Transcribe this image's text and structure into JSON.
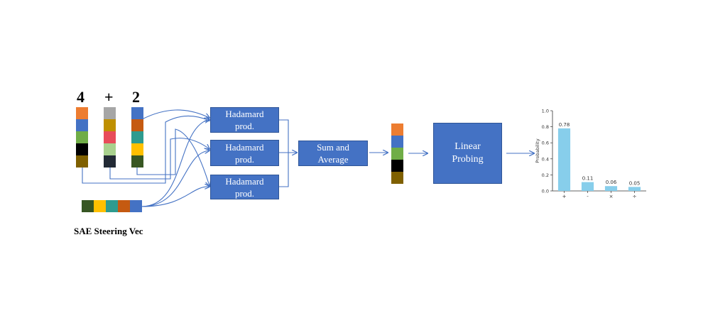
{
  "tokens": [
    "4",
    "+",
    "2"
  ],
  "colors": {
    "block": "#4472c4",
    "block_border": "#2f5597",
    "arrow": "#4472c4",
    "bar": "#87ceeb",
    "col_4": [
      "#ed7d31",
      "#4472c4",
      "#70ad47",
      "#000000",
      "#7f6000"
    ],
    "col_plus": [
      "#a6a6a6",
      "#bf9000",
      "#e84c5a",
      "#a9d18e",
      "#222a35"
    ],
    "col_2": [
      "#4472c4",
      "#c55a11",
      "#2e9b8f",
      "#ffc000",
      "#385723"
    ],
    "steering": [
      "#375623",
      "#ffc000",
      "#2e9b8f",
      "#c55a11",
      "#4472c4"
    ],
    "output_vec": [
      "#ed7d31",
      "#4472c4",
      "#70ad47",
      "#000000",
      "#7f6000"
    ]
  },
  "labels": {
    "hadamard": [
      "Hadamard",
      "prod."
    ],
    "sum_avg": [
      "Sum and",
      "Average"
    ],
    "linear": [
      "Linear",
      "Probing"
    ],
    "steering_caption": "SAE Steering Vec"
  },
  "chart_data": {
    "type": "bar",
    "categories": [
      "+",
      "-",
      "×",
      "÷"
    ],
    "values": [
      0.78,
      0.11,
      0.06,
      0.05
    ],
    "value_labels": [
      "0.78",
      "0.11",
      "0.06",
      "0.05"
    ],
    "ylabel": "Probability",
    "ylim": [
      0,
      1.0
    ],
    "yticks": [
      "0.0",
      "0.2",
      "0.4",
      "0.6",
      "0.8",
      "1.0"
    ]
  }
}
